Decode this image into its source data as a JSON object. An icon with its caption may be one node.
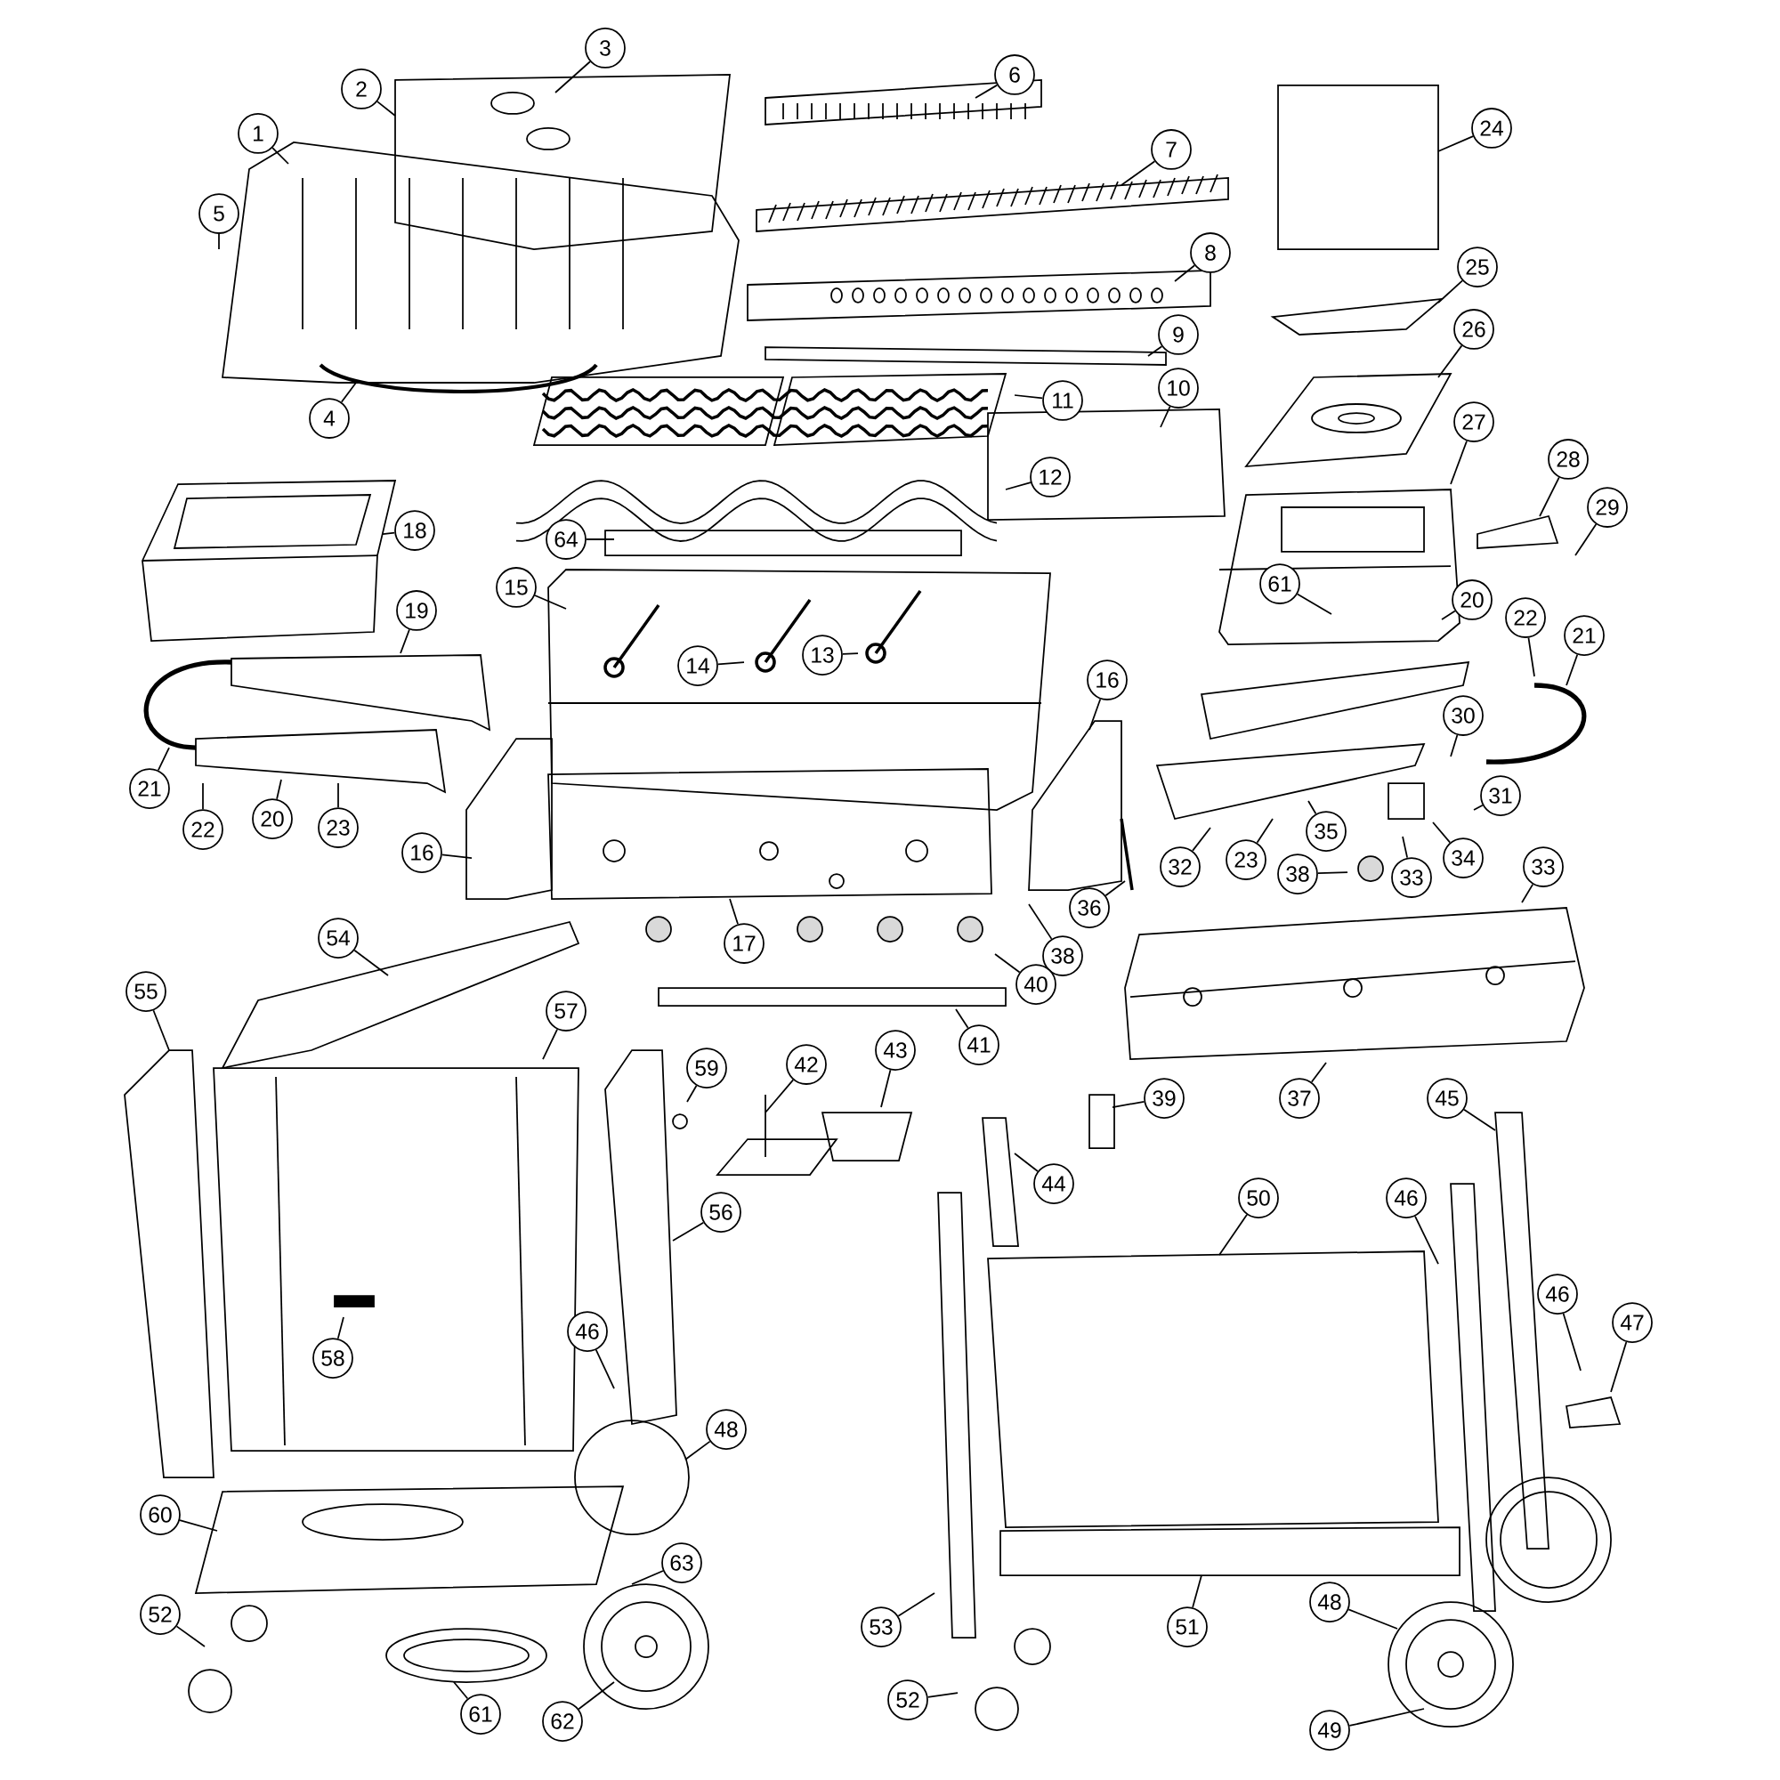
{
  "diagram": {
    "nodes": [
      {
        "text": [
          "3"
        ]
      },
      {
        "text": [
          "6"
        ]
      },
      {
        "text": [
          "2"
        ]
      },
      {
        "text": [
          "24"
        ]
      },
      {
        "text": [
          "1"
        ]
      },
      {
        "text": [
          "7"
        ]
      },
      {
        "text": [
          "5"
        ]
      },
      {
        "text": [
          "8"
        ]
      },
      {
        "text": [
          "25"
        ]
      },
      {
        "text": [
          "9"
        ]
      },
      {
        "text": [
          "26"
        ]
      },
      {
        "text": [
          "4"
        ]
      },
      {
        "text": [
          "11"
        ]
      },
      {
        "text": [
          "10"
        ]
      },
      {
        "text": [
          "27"
        ]
      },
      {
        "text": [
          "12"
        ]
      },
      {
        "text": [
          "28"
        ]
      },
      {
        "text": [
          "29"
        ]
      },
      {
        "text": [
          "18"
        ]
      },
      {
        "text": [
          "64"
        ]
      },
      {
        "text": [
          "61"
        ]
      },
      {
        "text": [
          "15"
        ]
      },
      {
        "text": [
          "20"
        ]
      },
      {
        "text": [
          "22"
        ]
      },
      {
        "text": [
          "21"
        ]
      },
      {
        "text": [
          "19"
        ]
      },
      {
        "text": [
          "13"
        ]
      },
      {
        "text": [
          "14"
        ]
      },
      {
        "text": [
          "16"
        ]
      },
      {
        "text": [
          "30"
        ]
      },
      {
        "text": [
          "31"
        ]
      },
      {
        "text": [
          "21"
        ]
      },
      {
        "text": [
          "20"
        ]
      },
      {
        "text": [
          "22"
        ]
      },
      {
        "text": [
          "23"
        ]
      },
      {
        "text": [
          "32"
        ]
      },
      {
        "text": [
          "23"
        ]
      },
      {
        "text": [
          "35"
        ]
      },
      {
        "text": [
          "34"
        ]
      },
      {
        "text": [
          "33"
        ]
      },
      {
        "text": [
          "38"
        ]
      },
      {
        "text": [
          "33"
        ]
      },
      {
        "text": [
          "16"
        ]
      },
      {
        "text": [
          "36"
        ]
      },
      {
        "text": [
          "17"
        ]
      },
      {
        "text": [
          "38"
        ]
      },
      {
        "text": [
          "40"
        ]
      },
      {
        "text": [
          "41"
        ]
      },
      {
        "text": [
          "54"
        ]
      },
      {
        "text": [
          "55"
        ]
      },
      {
        "text": [
          "57"
        ]
      },
      {
        "text": [
          "59"
        ]
      },
      {
        "text": [
          "42"
        ]
      },
      {
        "text": [
          "43"
        ]
      },
      {
        "text": [
          "39"
        ]
      },
      {
        "text": [
          "37"
        ]
      },
      {
        "text": [
          "45"
        ]
      },
      {
        "text": [
          "44"
        ]
      },
      {
        "text": [
          "50"
        ]
      },
      {
        "text": [
          "46"
        ]
      },
      {
        "text": [
          "56"
        ]
      },
      {
        "text": [
          "46"
        ]
      },
      {
        "text": [
          "47"
        ]
      },
      {
        "text": [
          "58"
        ]
      },
      {
        "text": [
          "46"
        ]
      },
      {
        "text": [
          "48"
        ]
      },
      {
        "text": [
          "60"
        ]
      },
      {
        "text": [
          "63"
        ]
      },
      {
        "text": [
          "48"
        ]
      },
      {
        "text": [
          "52"
        ]
      },
      {
        "text": [
          "53"
        ]
      },
      {
        "text": [
          "51"
        ]
      },
      {
        "text": [
          "52"
        ]
      },
      {
        "text": [
          "61"
        ]
      },
      {
        "text": [
          "62"
        ]
      },
      {
        "text": [
          "49"
        ]
      }
    ],
    "edges": [
      {
        "from": 0,
        "to": null,
        "arrow": "none"
      },
      {
        "from": 1,
        "to": null,
        "arrow": "none"
      },
      {
        "from": 2,
        "to": null,
        "arrow": "none"
      },
      {
        "from": 3,
        "to": null,
        "arrow": "none"
      },
      {
        "from": 4,
        "to": null,
        "arrow": "none"
      },
      {
        "from": 5,
        "to": null,
        "arrow": "none"
      },
      {
        "from": 6,
        "to": null,
        "arrow": "none"
      },
      {
        "from": 7,
        "to": null,
        "arrow": "none"
      },
      {
        "from": 8,
        "to": null,
        "arrow": "none"
      },
      {
        "from": 9,
        "to": null,
        "arrow": "none"
      },
      {
        "from": 10,
        "to": null,
        "arrow": "none"
      },
      {
        "from": 11,
        "to": null,
        "arrow": "none"
      },
      {
        "from": 12,
        "to": null,
        "arrow": "none"
      },
      {
        "from": 13,
        "to": null,
        "arrow": "none"
      },
      {
        "from": 14,
        "to": null,
        "arrow": "none"
      },
      {
        "from": 15,
        "to": null,
        "arrow": "none"
      },
      {
        "from": 16,
        "to": null,
        "arrow": "none"
      },
      {
        "from": 17,
        "to": null,
        "arrow": "none"
      },
      {
        "from": 18,
        "to": null,
        "arrow": "none"
      },
      {
        "from": 19,
        "to": null,
        "arrow": "none"
      },
      {
        "from": 20,
        "to": null,
        "arrow": "none"
      },
      {
        "from": 21,
        "to": null,
        "arrow": "none"
      },
      {
        "from": 22,
        "to": null,
        "arrow": "none"
      },
      {
        "from": 23,
        "to": null,
        "arrow": "none"
      },
      {
        "from": 24,
        "to": null,
        "arrow": "none"
      },
      {
        "from": 25,
        "to": null,
        "arrow": "none"
      },
      {
        "from": 26,
        "to": null,
        "arrow": "none"
      },
      {
        "from": 27,
        "to": null,
        "arrow": "none"
      },
      {
        "from": 28,
        "to": null,
        "arrow": "none"
      },
      {
        "from": 29,
        "to": null,
        "arrow": "none"
      },
      {
        "from": 30,
        "to": null,
        "arrow": "none"
      },
      {
        "from": 31,
        "to": null,
        "arrow": "none"
      },
      {
        "from": 32,
        "to": null,
        "arrow": "none"
      },
      {
        "from": 33,
        "to": null,
        "arrow": "none"
      },
      {
        "from": 34,
        "to": null,
        "arrow": "none"
      },
      {
        "from": 35,
        "to": null,
        "arrow": "none"
      },
      {
        "from": 36,
        "to": null,
        "arrow": "none"
      },
      {
        "from": 37,
        "to": null,
        "arrow": "none"
      },
      {
        "from": 38,
        "to": null,
        "arrow": "none"
      },
      {
        "from": 39,
        "to": null,
        "arrow": "none"
      },
      {
        "from": 40,
        "to": null,
        "arrow": "none"
      },
      {
        "from": 41,
        "to": null,
        "arrow": "none"
      },
      {
        "from": 42,
        "to": null,
        "arrow": "none"
      },
      {
        "from": 43,
        "to": null,
        "arrow": "none"
      },
      {
        "from": 44,
        "to": null,
        "arrow": "none"
      },
      {
        "from": 45,
        "to": null,
        "arrow": "none"
      },
      {
        "from": 46,
        "to": null,
        "arrow": "none"
      },
      {
        "from": 47,
        "to": null,
        "arrow": "none"
      },
      {
        "from": 48,
        "to": null,
        "arrow": "none"
      },
      {
        "from": 49,
        "to": null,
        "arrow": "none"
      },
      {
        "from": 50,
        "to": null,
        "arrow": "none"
      },
      {
        "from": 51,
        "to": null,
        "arrow": "none"
      },
      {
        "from": 52,
        "to": null,
        "arrow": "none"
      },
      {
        "from": 53,
        "to": null,
        "arrow": "none"
      },
      {
        "from": 54,
        "to": null,
        "arrow": "none"
      },
      {
        "from": 55,
        "to": null,
        "arrow": "none"
      },
      {
        "from": 56,
        "to": null,
        "arrow": "none"
      },
      {
        "from": 57,
        "to": null,
        "arrow": "none"
      },
      {
        "from": 58,
        "to": null,
        "arrow": "none"
      },
      {
        "from": 59,
        "to": null,
        "arrow": "none"
      },
      {
        "from": 60,
        "to": null,
        "arrow": "none"
      },
      {
        "from": 61,
        "to": null,
        "arrow": "none"
      },
      {
        "from": 62,
        "to": null,
        "arrow": "none"
      },
      {
        "from": 63,
        "to": null,
        "arrow": "none"
      },
      {
        "from": 64,
        "to": null,
        "arrow": "none"
      },
      {
        "from": 65,
        "to": null,
        "arrow": "none"
      },
      {
        "from": 66,
        "to": null,
        "arrow": "none"
      },
      {
        "from": 67,
        "to": null,
        "arrow": "none"
      },
      {
        "from": 68,
        "to": null,
        "arrow": "none"
      },
      {
        "from": 69,
        "to": null,
        "arrow": "none"
      },
      {
        "from": 70,
        "to": null,
        "arrow": "none"
      },
      {
        "from": 71,
        "to": null,
        "arrow": "none"
      },
      {
        "from": 72,
        "to": null,
        "arrow": "none"
      },
      {
        "from": 73,
        "to": null,
        "arrow": "none"
      },
      {
        "from": 74,
        "to": null,
        "arrow": "none"
      },
      {
        "from": 75,
        "to": null,
        "arrow": "none"
      }
    ]
  }
}
